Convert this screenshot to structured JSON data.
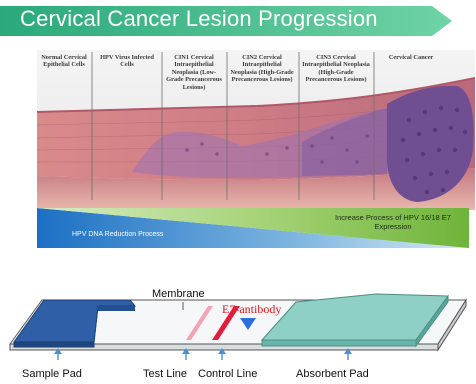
{
  "title": "Cervical Cancer Lesion Progression",
  "stages": [
    {
      "label": "Normal Cervical Epithelial Cells"
    },
    {
      "label": "HPV Virus Infected Cells"
    },
    {
      "label": "CIN1 Cervical Intraepithelial Neoplasia (Low-Grade Precancerous Lesions)"
    },
    {
      "label": "CIN2 Cervical Intraepithelial Neoplasia (High-Grade Precancerous Lesions)"
    },
    {
      "label": "CIN3 Cervical Intraepithelial Neoplasia (High-Grade Precancerous Lesions)"
    },
    {
      "label": "Cervical Cancer"
    }
  ],
  "gradient": {
    "left_text": "HPV DNA Reduction Process",
    "right_text": "Increase Process of HPV 16/18 E7 Expression"
  },
  "test_strip": {
    "membrane": "Membrane",
    "antibody": "E7-antibody",
    "sample_pad": "Sample Pad",
    "test_line": "Test Line",
    "control_line": "Control Line",
    "absorbent_pad": "Absorbent Pad"
  },
  "colors": {
    "banner": "#4fbf8c",
    "sample_pad": "#2f5fa6",
    "absorbent_pad": "#8fcfc6",
    "test_line": "#f2a3b4",
    "control_line": "#e31b3c",
    "antibody_text": "#e8141c",
    "arrow": "#2c6fdc"
  }
}
